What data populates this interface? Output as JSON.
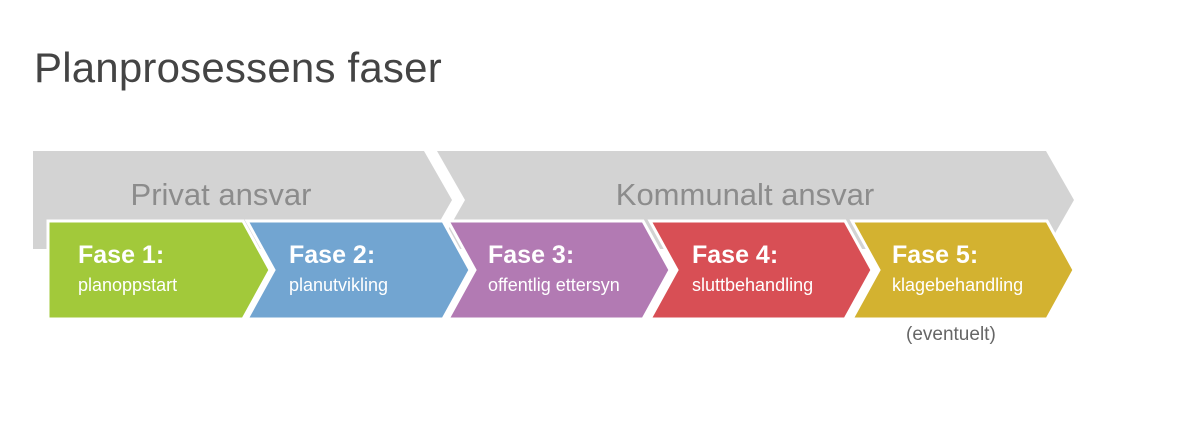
{
  "title": "Planprosessens faser",
  "bands": [
    {
      "label": "Privat ansvar",
      "color": "#d3d3d3"
    },
    {
      "label": "Kommunalt ansvar",
      "color": "#d3d3d3"
    }
  ],
  "phases": [
    {
      "title": "Fase 1:",
      "subtitle": "planoppstart",
      "color": "#a2c93a"
    },
    {
      "title": "Fase 2:",
      "subtitle": "planutvikling",
      "color": "#72a5d1"
    },
    {
      "title": "Fase 3:",
      "subtitle": "offentlig ettersyn",
      "color": "#b27ab3"
    },
    {
      "title": "Fase 4:",
      "subtitle": "sluttbehandling",
      "color": "#d84f55"
    },
    {
      "title": "Fase 5:",
      "subtitle": "klagebehandling",
      "color": "#d3b230"
    }
  ],
  "note": "(eventuelt)"
}
